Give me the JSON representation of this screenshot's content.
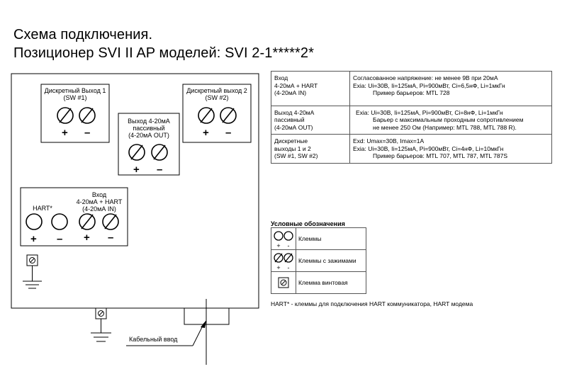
{
  "title": {
    "line1": "Схема подключения.",
    "line2": "Позиционер SVI II AP моделей: SVI 2-1*****2*"
  },
  "terminals": {
    "sw1": {
      "line1": "Дискретный Выход 1",
      "line2": "(SW #1)"
    },
    "sw2": {
      "line1": "Дискретный выход 2",
      "line2": "(SW #2)"
    },
    "out": {
      "line1": "Выход 4-20мА",
      "line2": "пассивный",
      "line3": "(4-20мА OUT)"
    },
    "in": {
      "line1": "Вход",
      "line2": "4-20мА + HART",
      "line3": "(4-20мА IN)"
    },
    "hart": "HART*",
    "plus": "+",
    "minus": "–"
  },
  "spec_table": [
    {
      "name": [
        "Вход",
        "4-20мА + HART",
        "(4-20мА IN)"
      ],
      "desc": [
        "Согласованное напряжение: не менее 9В при 20мА",
        "Exia: Ui=30В, Ii=125мА, Pi=900мВт, Ci=6,5нФ, Li=1мкГн",
        "Пример барьеров: MTL 728"
      ]
    },
    {
      "name": [
        "Выход 4-20мА",
        "пассивный",
        "(4-20мА OUT)"
      ],
      "desc": [
        "Exia: Ui=30В, Ii=125мА, Pi=900мВт, Ci=8нФ, Li=1мкГн",
        "Барьер с максимальным проходным сопротивлением",
        "не менее 250 Ом (Например: MTL 788, MTL 788 R)."
      ]
    },
    {
      "name": [
        "Дискретные",
        "выходы 1 и 2",
        "(SW #1, SW #2)"
      ],
      "desc": [
        "Exd:  Umax=30В, Imax=1А",
        "Exia: Ui=30В, Ii=125мА, Pi=900мВт, Ci=4нФ, Li=10мкГн",
        "Пример барьеров: MTL 707, MTL 787, MTL 787S"
      ]
    }
  ],
  "legend": {
    "title": "Условные обозначения",
    "items": [
      "Клеммы",
      "Клеммы с зажимами",
      "Клемма винтовая"
    ],
    "plus": "+",
    "minus": "-"
  },
  "note": "HART* - клеммы для подключения HART коммуникатора, HART модема",
  "cable_entry": "Кабельный ввод"
}
